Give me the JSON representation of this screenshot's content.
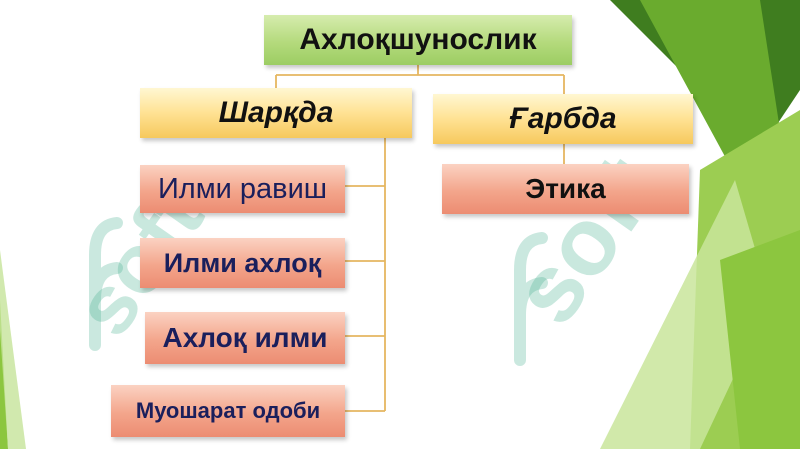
{
  "diagram": {
    "root": "Ахлоқшунослик",
    "east": {
      "label": "Шарқда",
      "items": [
        "Илми равиш",
        "Илми ахлоқ",
        "Ахлоқ илми",
        "Муошарат одоби"
      ]
    },
    "west": {
      "label": "Ғарбда",
      "items": [
        "Этика"
      ]
    }
  },
  "watermark": {
    "text": "soft"
  },
  "colors": {
    "root_fill": "#b4da7c",
    "head_fill": "#ffe293",
    "item_fill": "#f3a58b",
    "connector": "#e5b660",
    "decor_green": "#8cc63f",
    "item_text": "#1a1f5c"
  }
}
